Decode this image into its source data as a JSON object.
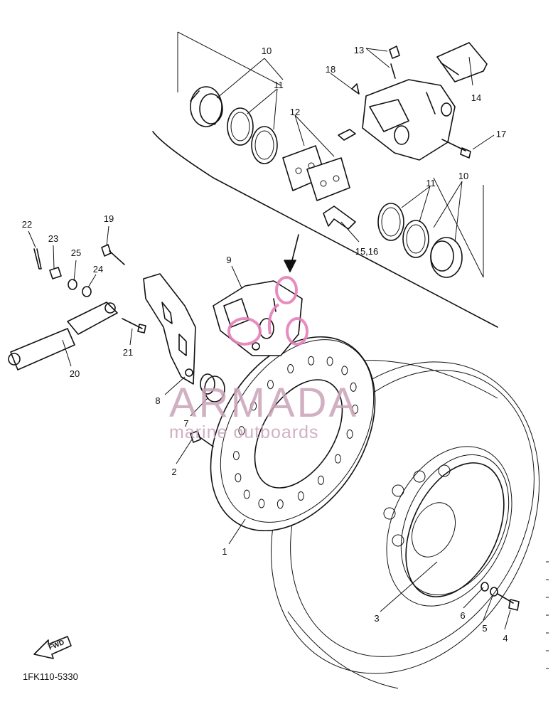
{
  "diagram": {
    "part_number": "1FK110-5330",
    "direction_label": "FWD",
    "watermark": {
      "brand": "ARMADA",
      "tagline": "marine outboards",
      "color": "#c9a3b8",
      "logo_color": "#e47fb7"
    },
    "callouts": [
      "1",
      "2",
      "3",
      "4",
      "5",
      "6",
      "7",
      "8",
      "9",
      "10",
      "10",
      "11",
      "11",
      "12",
      "13",
      "14",
      "15,16",
      "17",
      "18",
      "19",
      "20",
      "21",
      "22",
      "23",
      "24",
      "25"
    ]
  }
}
